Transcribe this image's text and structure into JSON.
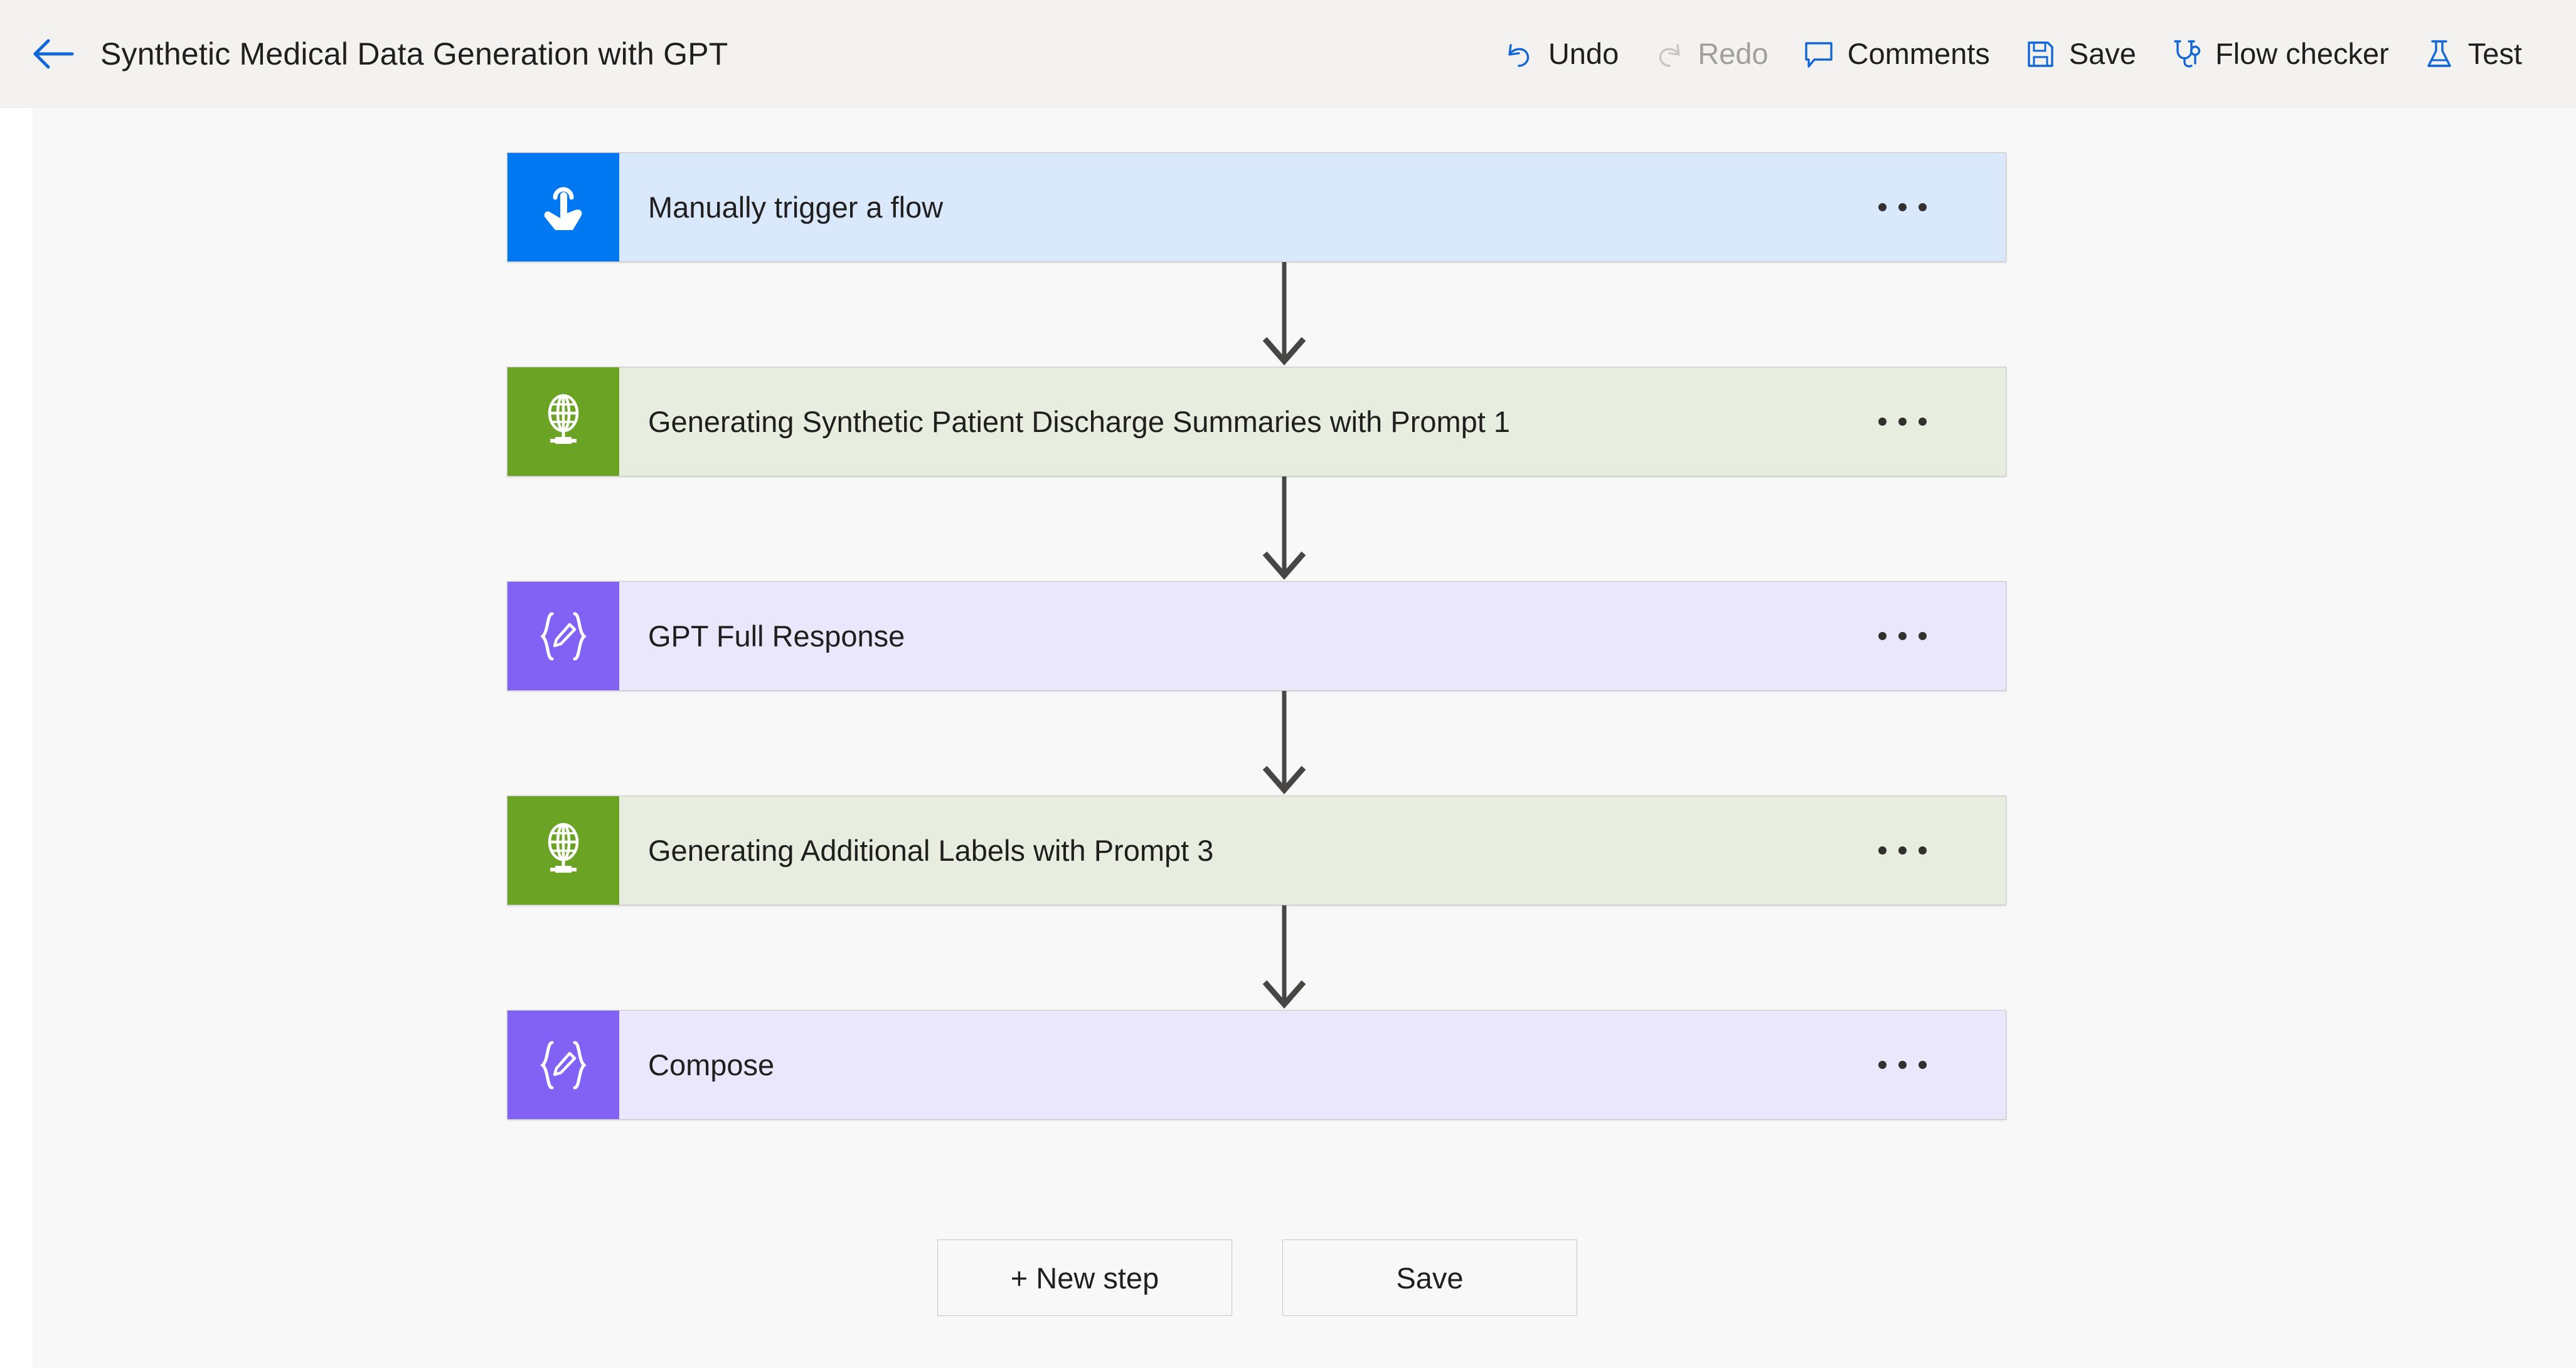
{
  "header": {
    "back_icon": "back-arrow-icon",
    "title": "Synthetic Medical Data Generation with GPT",
    "accent_color": "#1267d8",
    "background": "#f3f2f1",
    "commands": [
      {
        "id": "undo",
        "label": "Undo",
        "icon": "undo-icon",
        "enabled": true
      },
      {
        "id": "redo",
        "label": "Redo",
        "icon": "redo-icon",
        "enabled": false
      },
      {
        "id": "comments",
        "label": "Comments",
        "icon": "comment-icon",
        "enabled": true
      },
      {
        "id": "save",
        "label": "Save",
        "icon": "save-disk-icon",
        "enabled": true
      },
      {
        "id": "flow-checker",
        "label": "Flow checker",
        "icon": "stethoscope-icon",
        "enabled": true
      },
      {
        "id": "test",
        "label": "Test",
        "icon": "flask-icon",
        "enabled": true
      }
    ]
  },
  "canvas": {
    "background": "#f8f8f8",
    "connector_color": "#484644"
  },
  "flow": {
    "nodes": [
      {
        "id": "manually-trigger-a-flow",
        "title": "Manually trigger a flow",
        "icon": "tap-hand-icon",
        "variant": "n-blue",
        "icon_color": "#0078f2",
        "body_color": "#d9e8fb",
        "menu": "more-options-icon"
      },
      {
        "id": "generating-synthetic-patient-discharge-summaries-with-prompt-1",
        "title": "Generating Synthetic Patient Discharge Summaries with Prompt 1",
        "icon": "http-globe-icon",
        "variant": "n-green",
        "icon_color": "#6ba324",
        "body_color": "#e8eedf",
        "menu": "more-options-icon"
      },
      {
        "id": "gpt-full-response",
        "title": "GPT Full Response",
        "icon": "compose-braces-pencil-icon",
        "variant": "n-purple",
        "icon_color": "#8261f5",
        "body_color": "#eae6fb",
        "menu": "more-options-icon"
      },
      {
        "id": "generating-additional-labels-with-prompt-3",
        "title": "Generating Additional Labels with Prompt 3",
        "icon": "http-globe-icon",
        "variant": "n-green",
        "icon_color": "#6ba324",
        "body_color": "#e8eedf",
        "menu": "more-options-icon"
      },
      {
        "id": "compose",
        "title": "Compose",
        "icon": "compose-braces-pencil-icon",
        "variant": "n-purple",
        "icon_color": "#8261f5",
        "body_color": "#eae6fb",
        "menu": "more-options-icon"
      }
    ]
  },
  "footer": {
    "new_step_label": "+ New step",
    "save_label": "Save"
  }
}
